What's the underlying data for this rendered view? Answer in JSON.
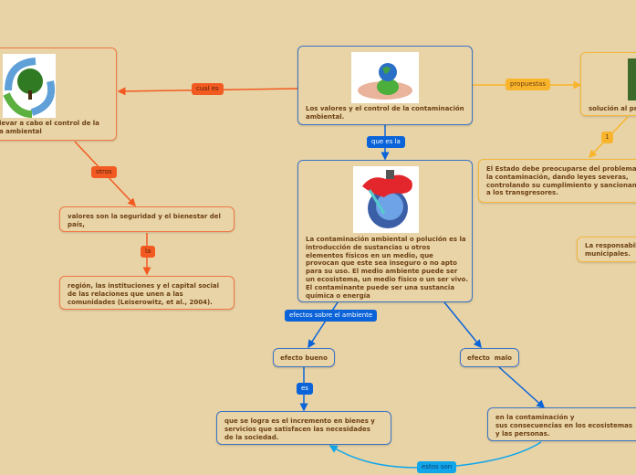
{
  "colors": {
    "background": "#e8d3a6",
    "blue": "#0a63d8",
    "orange": "#f25a22",
    "yellow": "#f8b52c",
    "cyan": "#11a6ea",
    "text": "#6b3f12"
  },
  "nodes": {
    "root": {
      "text": "Los valores y el control de la contaminación ambiental.",
      "image": "hands-holding-earth-image"
    },
    "definition": {
      "text": "La contaminación ambiental o polución es la introducción de sustancias u otros elementos físicos en un medio, que provocan que este sea inseguro o no apto para su uso. El medio ambiente puede ser un ecosistema, un medio físico o un ser vivo. El contaminante puede ser una sustancia química o energía",
      "image": "polluted-earth-cartoon-image"
    },
    "control": {
      "text": "llevar a cabo el control de la contaminación ambiental",
      "visible_text": "levar a cabo el control de la\na ambiental",
      "image": "recycling-tree-image"
    },
    "values": {
      "text": "valores son la seguridad y el bienestar del país,"
    },
    "region": {
      "text": "región, las instituciones y el capital social de las relaciones que unen a las comunidades (Leiserowitz, et al., 2004)."
    },
    "solution": {
      "text": "solución al pr",
      "image": "green-nature-image"
    },
    "state": {
      "text": "El Estado debe preocuparse del problema de la contaminación, dando leyes severas, controlando su cumplimiento y sancionando a los transgresores.",
      "visible_text": "El Estado debe preocuparse del problema\nla contaminación, dando leyes severas,\ncontrolando su cumplimiento y sancionan\na los transgresores."
    },
    "responsibility": {
      "text": "La responsabili\nmunicipales."
    },
    "good_effect": {
      "text": "efecto bueno"
    },
    "bad_effect": {
      "text": "efecto  malo"
    },
    "good_detail": {
      "text": "que se logra es el incremento en bienes y servicios que satisfacen las necesidades de la sociedad."
    },
    "bad_detail": {
      "text": "en la contaminación y\nsus consecuencias en los ecosistemas\ny las personas."
    }
  },
  "links": {
    "que_es_la": "que es la",
    "cual_es": "cual es",
    "propuestas": "propuestas",
    "otros": "otros",
    "la": "la",
    "one": "1",
    "efectos": "efectos sobre el ambiente",
    "es": "es",
    "estos_son": "estos son"
  }
}
